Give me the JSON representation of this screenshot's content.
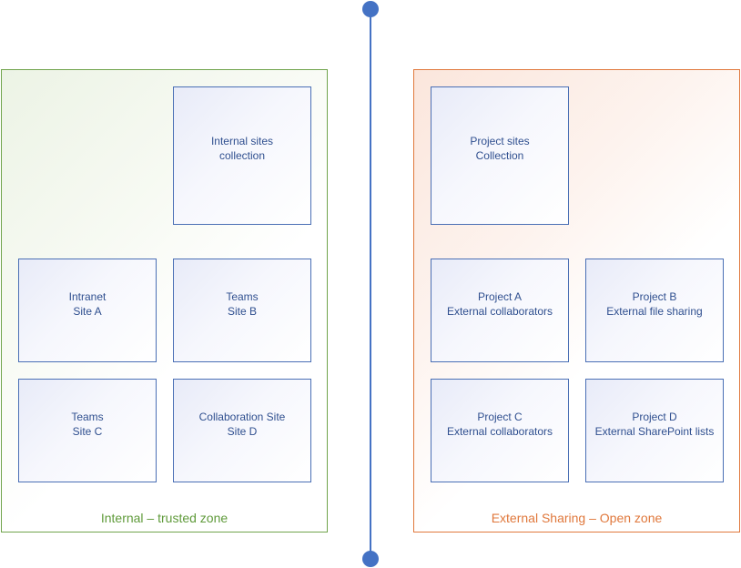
{
  "zones": {
    "internal": {
      "label": "Internal – trusted zone",
      "color": "#70a44c",
      "boxes": {
        "collection": {
          "line1": "Internal sites",
          "line2": "collection"
        },
        "intranet": {
          "line1": "Intranet",
          "line2": "Site A"
        },
        "teams_b": {
          "line1": "Teams",
          "line2": "Site B"
        },
        "teams_c": {
          "line1": "Teams",
          "line2": "Site C"
        },
        "collab_d": {
          "line1": "Collaboration Site",
          "line2": "Site D"
        }
      }
    },
    "external": {
      "label": "External Sharing – Open zone",
      "color": "#e0783c",
      "boxes": {
        "collection": {
          "line1": "Project sites",
          "line2": "Collection"
        },
        "project_a": {
          "line1": "Project A",
          "line2": "External collaborators"
        },
        "project_b": {
          "line1": "Project B",
          "line2": "External file sharing"
        },
        "project_c": {
          "line1": "Project C",
          "line2": "External collaborators"
        },
        "project_d": {
          "line1": "Project D",
          "line2": "External SharePoint lists"
        }
      }
    }
  },
  "divider": {
    "color": "#4472c4"
  },
  "box_border_color": "#4a6fb5"
}
